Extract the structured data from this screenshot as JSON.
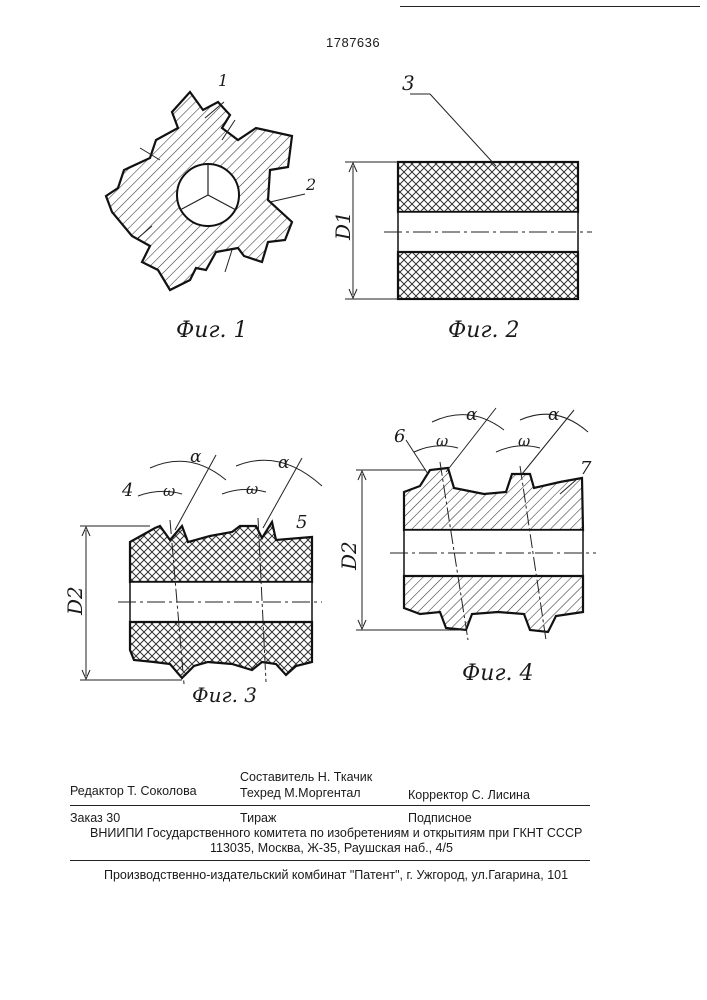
{
  "patent_number": "1787636",
  "figures": {
    "fig1": {
      "caption": "Фиг. 1",
      "labels": [
        "1",
        "2"
      ]
    },
    "fig2": {
      "caption": "Фиг. 2",
      "labels": [
        "3"
      ],
      "dimension": "D1"
    },
    "fig3": {
      "caption": "Фиг. 3",
      "labels": [
        "4",
        "5"
      ],
      "dimension": "D2",
      "angles": [
        "ω",
        "α"
      ]
    },
    "fig4": {
      "caption": "Фиг. 4",
      "labels": [
        "6",
        "7"
      ],
      "dimension": "D2",
      "angles": [
        "ω",
        "α"
      ]
    }
  },
  "imprint": {
    "editor": "Редактор  Т. Соколова",
    "compiler": "Составитель  Н. Ткачик",
    "techred": "Техред М.Моргентал",
    "corrector": "Корректор  С. Лисина",
    "order": "Заказ  30",
    "circulation": "Тираж",
    "subscription": "Подписное",
    "institute": "ВНИИПИ Государственного комитета по изобретениям и открытиям при ГКНТ СССР",
    "address": "113035, Москва, Ж-35, Раушская наб., 4/5",
    "publisher": "Производственно-издательский комбинат \"Патент\", г. Ужгород, ул.Гагарина, 101"
  }
}
